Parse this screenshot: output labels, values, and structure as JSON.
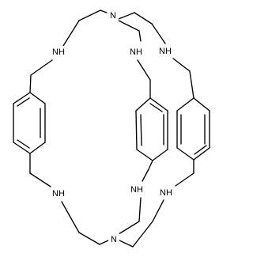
{
  "molecule": {
    "atoms": {
      "n_top": "N",
      "n_bottom": "N",
      "nh_top_left": "NH",
      "nh_top_mid": "NH",
      "nh_top_right": "NH",
      "nh_bottom_left": "NH",
      "nh_bottom_mid": "NH",
      "nh_bottom_right": "NH"
    }
  },
  "colors": {
    "bond": "#000000",
    "background": "#ffffff"
  }
}
